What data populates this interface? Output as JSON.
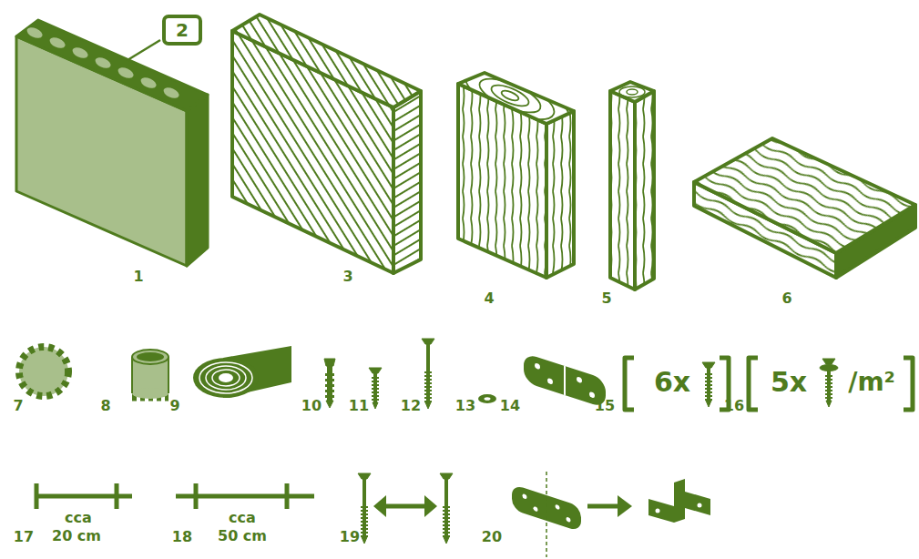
{
  "diagram": {
    "nodes": [
      {
        "text": [
          "2"
        ]
      }
    ],
    "labels": [
      "1",
      "3",
      "4",
      "5",
      "6",
      "7",
      "8",
      "9",
      "10",
      "11",
      "12",
      "13",
      "14",
      "15",
      "6x",
      "16",
      "5x",
      "/m²",
      "17",
      "cca",
      "20 cm",
      "18",
      "cca",
      "50 cm",
      "19",
      "20"
    ]
  }
}
